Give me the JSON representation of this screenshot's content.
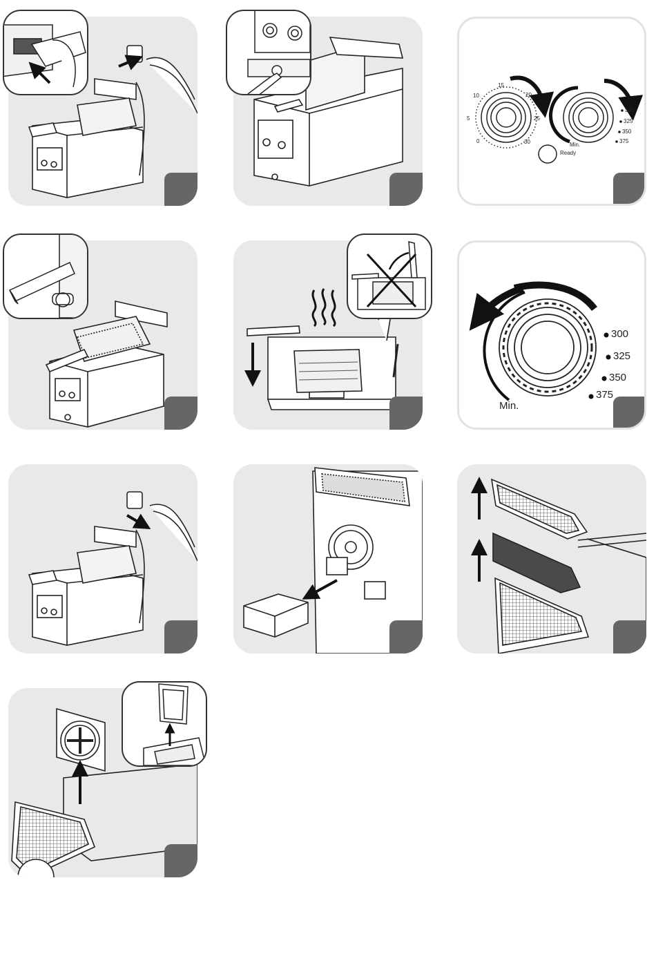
{
  "dial_small_timer": {
    "ticks": [
      "0",
      "5",
      "10",
      "15",
      "20",
      "25",
      "30"
    ]
  },
  "dial_small_temp": {
    "min_label": "Min.",
    "ready_label": "Ready",
    "temps": [
      "300",
      "325",
      "350",
      "375"
    ]
  },
  "dial_large_temp": {
    "min_label": "Min.",
    "temps": [
      "300",
      "325",
      "350",
      "375"
    ]
  },
  "colors": {
    "panel_bg": "#e9e9e9",
    "step_box": "#666666",
    "line": "#1a1a1a"
  }
}
